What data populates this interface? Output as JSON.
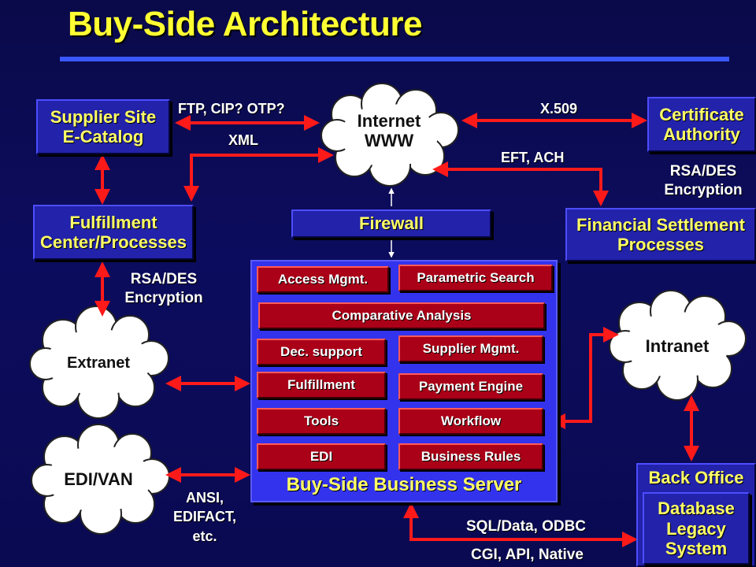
{
  "title": "Buy-Side Architecture",
  "nodes": {
    "supplier_site": [
      "Supplier Site",
      "E-Catalog"
    ],
    "internet": [
      "Internet",
      "WWW"
    ],
    "certificate_authority": [
      "Certificate",
      "Authority"
    ],
    "fulfillment_center": [
      "Fulfillment",
      "Center/Processes"
    ],
    "firewall": "Firewall",
    "financial_settlement": [
      "Financial Settlement",
      "Processes"
    ],
    "extranet": "Extranet",
    "edi_van": "EDI/VAN",
    "intranet": "Intranet",
    "back_office": "Back Office",
    "database": [
      "Database",
      "Legacy",
      "System"
    ]
  },
  "server": {
    "title": "Buy-Side Business Server",
    "modules": [
      "Access Mgmt.",
      "Parametric Search",
      "Comparative Analysis",
      "Dec. support",
      "Supplier Mgmt.",
      "Fulfillment",
      "Payment Engine",
      "Tools",
      "Workflow",
      "EDI",
      "Business Rules"
    ]
  },
  "labels": {
    "ftp": "FTP, CIP? OTP?",
    "xml": "XML",
    "x509": "X.509",
    "eft": "EFT, ACH",
    "rsa_des_top": [
      "RSA/DES",
      "Encryption"
    ],
    "rsa_des_left": [
      "RSA/DES",
      "Encryption"
    ],
    "ansi": [
      "ANSI,",
      "EDIFACT,",
      "etc."
    ],
    "sql": "SQL/Data, ODBC",
    "cgi": "CGI, API, Native"
  },
  "colors": {
    "background": "#0a0a52",
    "title": "#ffff33",
    "box_text": "#ffff66",
    "blue_box": "#2222aa",
    "server": "#3333ee",
    "module": "#aa0018",
    "arrow": "#ff1a1a",
    "cloud": "#ffffff"
  }
}
